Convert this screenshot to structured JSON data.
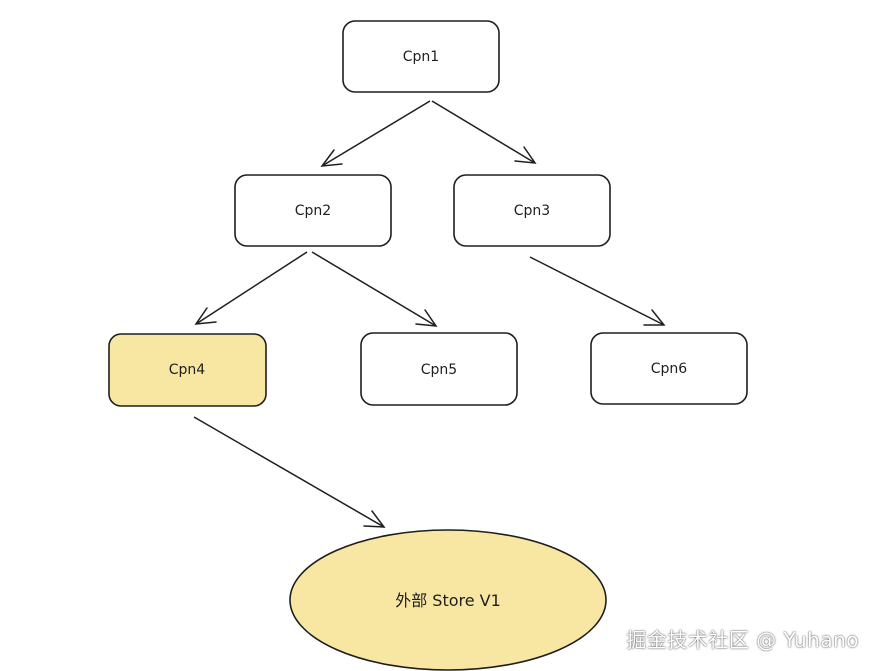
{
  "diagram": {
    "nodes": [
      {
        "id": "cpn1",
        "label": "Cpn1",
        "highlight": false
      },
      {
        "id": "cpn2",
        "label": "Cpn2",
        "highlight": false
      },
      {
        "id": "cpn3",
        "label": "Cpn3",
        "highlight": false
      },
      {
        "id": "cpn4",
        "label": "Cpn4",
        "highlight": true
      },
      {
        "id": "cpn5",
        "label": "Cpn5",
        "highlight": false
      },
      {
        "id": "cpn6",
        "label": "Cpn6",
        "highlight": false
      }
    ],
    "store": {
      "id": "store",
      "label": "外部 Store V1"
    },
    "edges": [
      {
        "from": "cpn1",
        "to": "cpn2"
      },
      {
        "from": "cpn1",
        "to": "cpn3"
      },
      {
        "from": "cpn2",
        "to": "cpn4"
      },
      {
        "from": "cpn2",
        "to": "cpn5"
      },
      {
        "from": "cpn3",
        "to": "cpn6"
      },
      {
        "from": "cpn4",
        "to": "store"
      }
    ],
    "colors": {
      "highlight_fill": "#f8e7a3",
      "stroke": "#1e1e1e",
      "background": "#ffffff"
    }
  },
  "watermark": {
    "text": "掘金技术社区 @ Yuhano"
  }
}
